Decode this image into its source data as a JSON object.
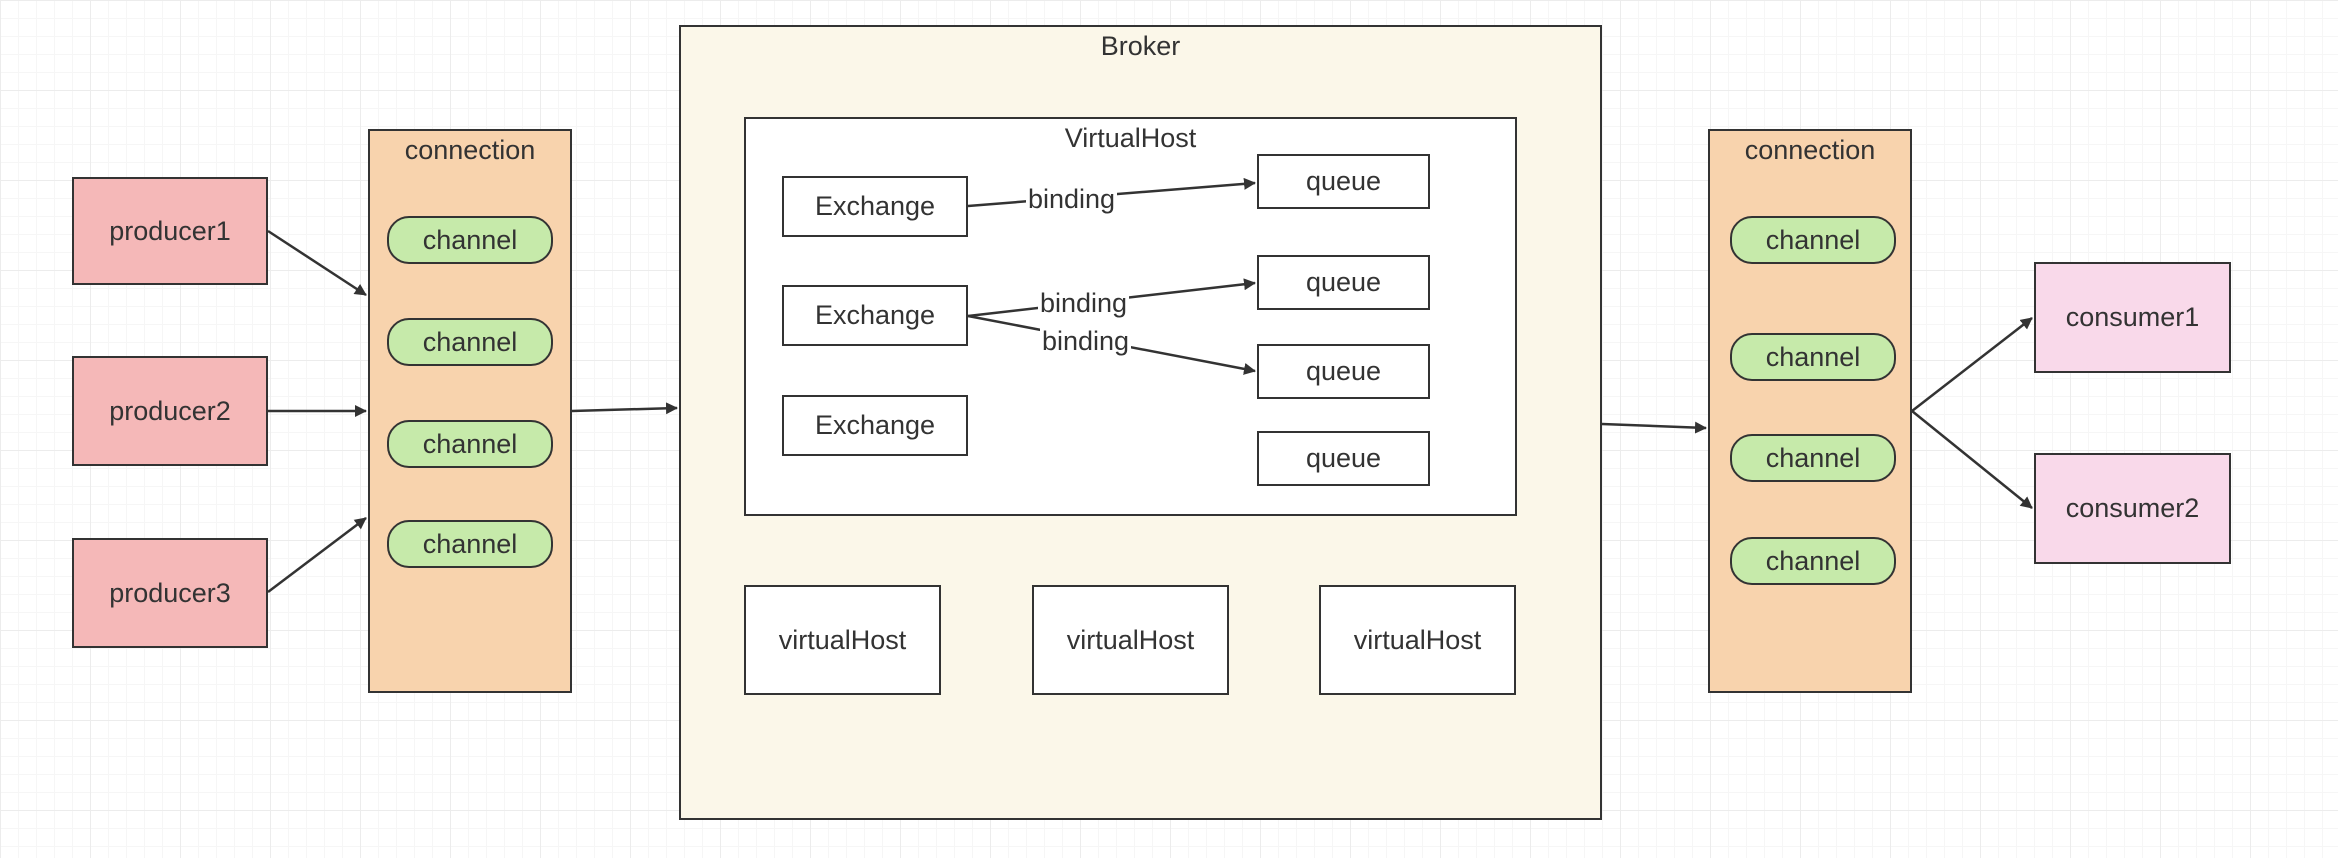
{
  "producers": [
    "producer1",
    "producer2",
    "producer3"
  ],
  "consumers": [
    "consumer1",
    "consumer2"
  ],
  "left_connection": {
    "label": "connection",
    "channels": [
      "channel",
      "channel",
      "channel",
      "channel"
    ]
  },
  "right_connection": {
    "label": "connection",
    "channels": [
      "channel",
      "channel",
      "channel",
      "channel"
    ]
  },
  "broker": {
    "label": "Broker",
    "main_vhost": {
      "label": "VirtualHost",
      "exchanges": [
        "Exchange",
        "Exchange",
        "Exchange"
      ],
      "queues": [
        "queue",
        "queue",
        "queue",
        "queue"
      ],
      "bindings": [
        "binding",
        "binding",
        "binding"
      ]
    },
    "other_vhosts": [
      "virtualHost",
      "virtualHost",
      "virtualHost"
    ]
  },
  "colors": {
    "producer_fill": "#f5b8b8",
    "consumer_fill": "#f9d9ea",
    "connection_fill": "#f8d3ad",
    "channel_fill": "#c6eaaa",
    "broker_fill": "#fbf7e9",
    "stroke": "#333333"
  }
}
